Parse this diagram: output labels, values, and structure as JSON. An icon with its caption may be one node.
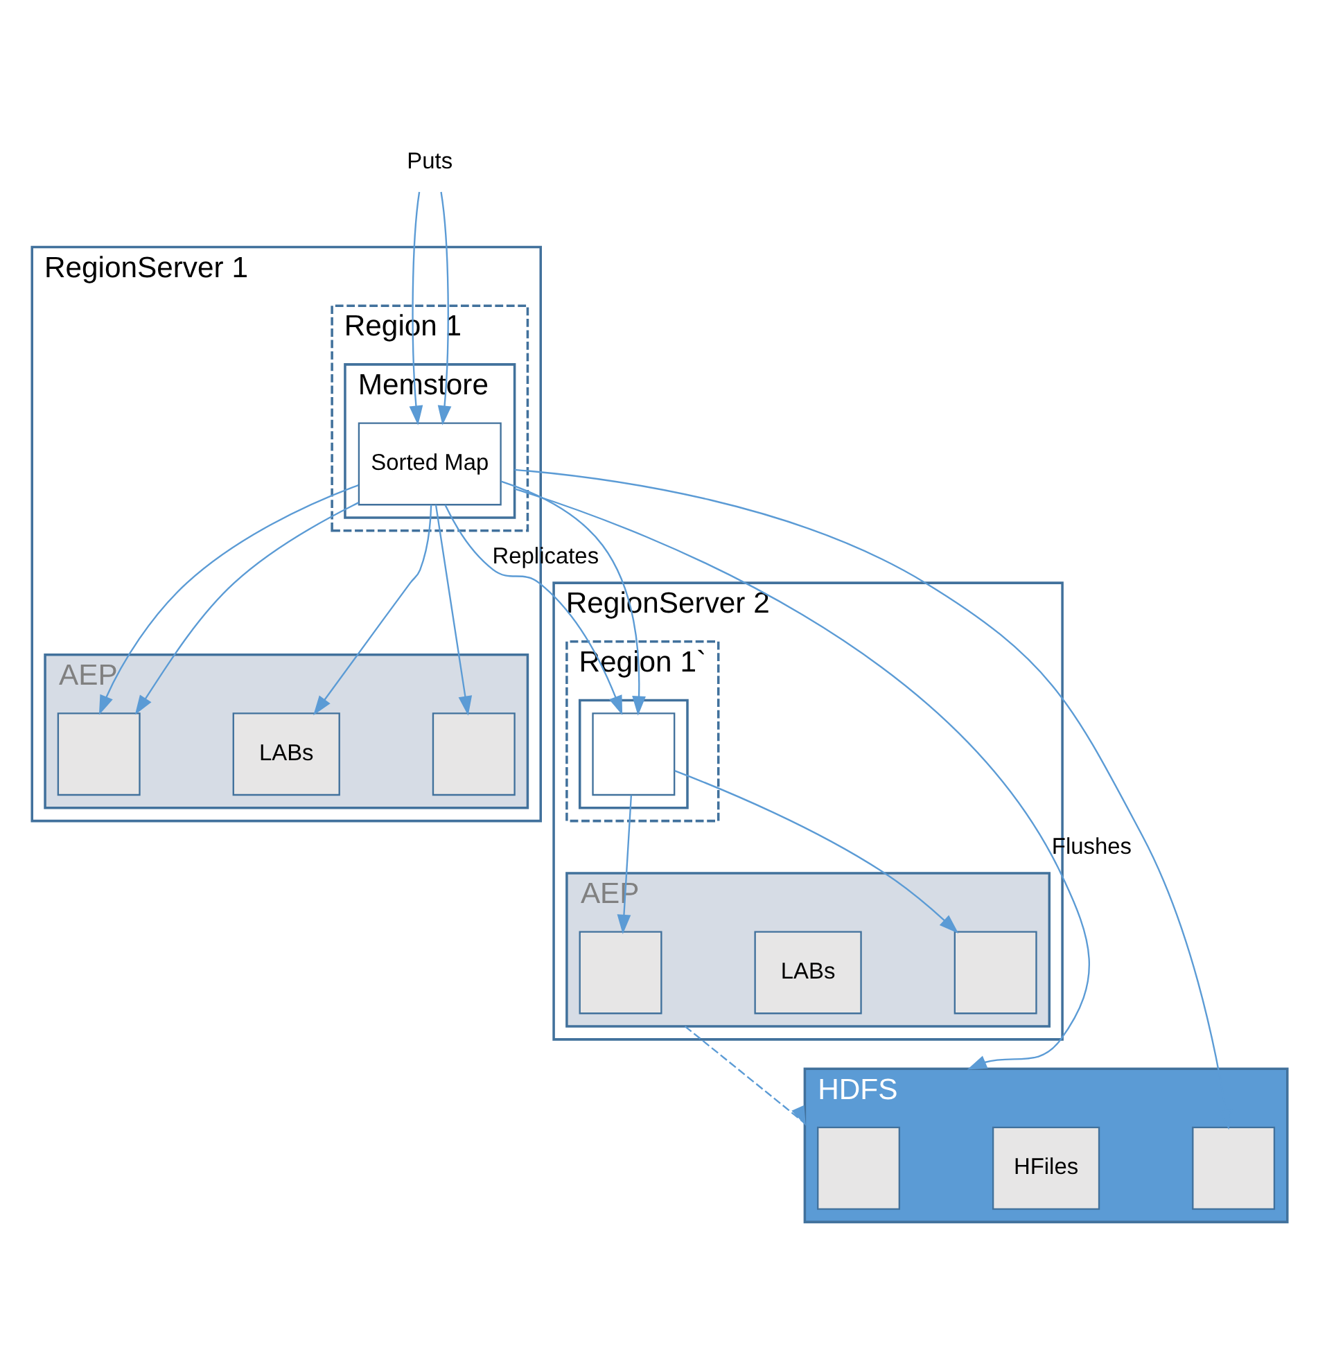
{
  "diagram": {
    "nodes": [
      {
        "text": [
          "RegionServer 1"
        ]
      },
      {
        "text": [
          "Region 1"
        ],
        "in": 0
      },
      {
        "text": [
          "Memstore"
        ],
        "in": 1
      },
      {
        "text": [
          "Sorted Map"
        ],
        "in": 2
      },
      {
        "text": [
          "AEP"
        ],
        "in": 0
      },
      {
        "text": [],
        "shape": "box",
        "in": 4
      },
      {
        "text": [
          "LABs"
        ],
        "in": 4
      },
      {
        "text": [],
        "shape": "box",
        "in": 4
      },
      {
        "text": [
          "Puts"
        ]
      },
      {
        "text": [
          "RegionServer 2"
        ]
      },
      {
        "text": [
          "Region 1`"
        ],
        "in": 9
      },
      {
        "text": [],
        "shape": "box",
        "in": 10
      },
      {
        "text": [],
        "shape": "box",
        "in": 11
      },
      {
        "text": [
          "AEP"
        ],
        "in": 9
      },
      {
        "text": [],
        "shape": "box",
        "in": 13
      },
      {
        "text": [
          "LABs"
        ],
        "in": 13
      },
      {
        "text": [],
        "shape": "box",
        "in": 13
      },
      {
        "text": [
          "HDFS"
        ]
      },
      {
        "text": [],
        "shape": "box",
        "in": 17
      },
      {
        "text": [
          "HFiles"
        ],
        "in": 17
      },
      {
        "text": [],
        "shape": "box",
        "in": 17
      }
    ],
    "edges": [
      {
        "from": 8,
        "to": 3,
        "arrow": "to"
      },
      {
        "from": 8,
        "to": 3,
        "arrow": "to"
      },
      {
        "from": 3,
        "to": 5,
        "arrow": "to"
      },
      {
        "from": 3,
        "to": 5,
        "arrow": "to"
      },
      {
        "from": 3,
        "to": 6,
        "arrow": "to"
      },
      {
        "from": 3,
        "to": 7,
        "arrow": "to"
      },
      {
        "from": 3,
        "to": 12,
        "label": "Replicates",
        "arrow": "to"
      },
      {
        "from": 3,
        "to": 12,
        "arrow": "to"
      },
      {
        "from": 2,
        "to": 17,
        "label": "Flushes",
        "arrow": "to"
      },
      {
        "from": 2,
        "to": 20,
        "arrow": "to"
      },
      {
        "from": 12,
        "to": 14,
        "arrow": "to"
      },
      {
        "from": 12,
        "to": 16,
        "arrow": "to"
      },
      {
        "from": 13,
        "to": 17,
        "arrow": "to",
        "style": "dashed"
      }
    ]
  }
}
